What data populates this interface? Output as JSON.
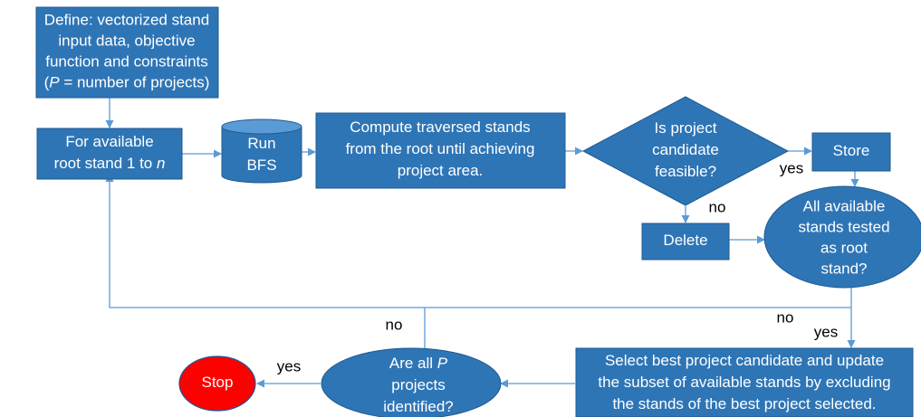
{
  "colors": {
    "node_fill": "#2e75b6",
    "stop_fill": "#ff0000",
    "edge": "#5b9bd5"
  },
  "nodes": {
    "define": {
      "lines": [
        [
          "Define:  vectorized stand"
        ],
        [
          "input data, objective"
        ],
        [
          "function and constraints"
        ],
        [
          "(",
          {
            "i": "P"
          },
          " = number of projects)"
        ]
      ]
    },
    "for_available": {
      "lines": [
        [
          "For available"
        ],
        [
          "root stand 1 to ",
          {
            "i": "n"
          }
        ]
      ]
    },
    "run_bfs": {
      "lines": [
        [
          "Run"
        ],
        [
          "BFS"
        ]
      ]
    },
    "compute": {
      "lines": [
        [
          "Compute traversed stands"
        ],
        [
          "from the root until achieving"
        ],
        [
          "project area."
        ]
      ]
    },
    "feasible": {
      "lines": [
        [
          "Is project"
        ],
        [
          "candidate"
        ],
        [
          "feasible?"
        ]
      ]
    },
    "store": {
      "lines": [
        [
          "Store"
        ]
      ]
    },
    "delete": {
      "lines": [
        [
          "Delete"
        ]
      ]
    },
    "all_tested": {
      "lines": [
        [
          "All available"
        ],
        [
          "stands tested"
        ],
        [
          "as root"
        ],
        [
          "stand?"
        ]
      ]
    },
    "select_best": {
      "lines": [
        [
          "Select best project candidate and update"
        ],
        [
          "the subset of available stands by excluding"
        ],
        [
          "the stands of the best project selected."
        ]
      ]
    },
    "all_p": {
      "lines": [
        [
          "Are all ",
          {
            "i": "P"
          }
        ],
        [
          "projects"
        ],
        [
          "identified?"
        ]
      ]
    },
    "stop": {
      "lines": [
        [
          "Stop"
        ]
      ]
    }
  },
  "edge_labels": {
    "feasible_yes": "yes",
    "feasible_no": "no",
    "tested_no": "no",
    "tested_yes": "yes",
    "allp_no": "no",
    "allp_yes": "yes"
  }
}
